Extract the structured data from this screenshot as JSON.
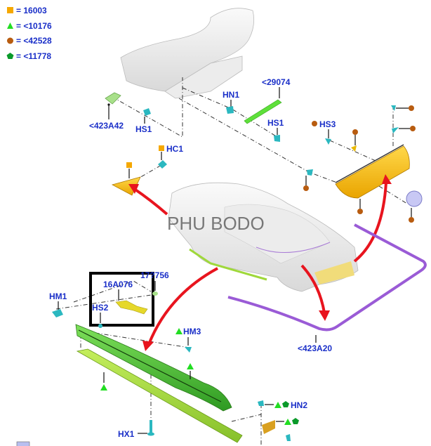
{
  "legend": [
    {
      "symbol": "square",
      "color": "#f5a800",
      "text": "= 16003"
    },
    {
      "symbol": "triangle",
      "color": "#22dd22",
      "text": "= <10176"
    },
    {
      "symbol": "circle",
      "color": "#b85c10",
      "text": "= <42528"
    },
    {
      "symbol": "pentagon",
      "color": "#0a9a2a",
      "text": "= <11778"
    }
  ],
  "watermark": "PHU BODO",
  "callouts": {
    "c423A42": "<423A42",
    "hs1_left": "HS1",
    "hn1": "HN1",
    "c29074": "<29074",
    "hs1_right": "HS1",
    "hs3": "HS3",
    "hc1": "HC1",
    "c16A076": "16A076",
    "c17x756": "17?756",
    "hm1": "HM1",
    "hs2": "HS2",
    "hm3": "HM3",
    "c423A20": "<423A20",
    "hn2": "HN2",
    "hx1": "HX1"
  },
  "colors": {
    "label": "#1a2fc8",
    "arrow": "#e8141e",
    "yellow_part": "#f5b800",
    "green_part": "#5cc83a",
    "lime_part": "#9fd83a",
    "purple_trim": "#9a5bd6",
    "clip": "#2bb8c0",
    "highlight_box": "#000000"
  }
}
